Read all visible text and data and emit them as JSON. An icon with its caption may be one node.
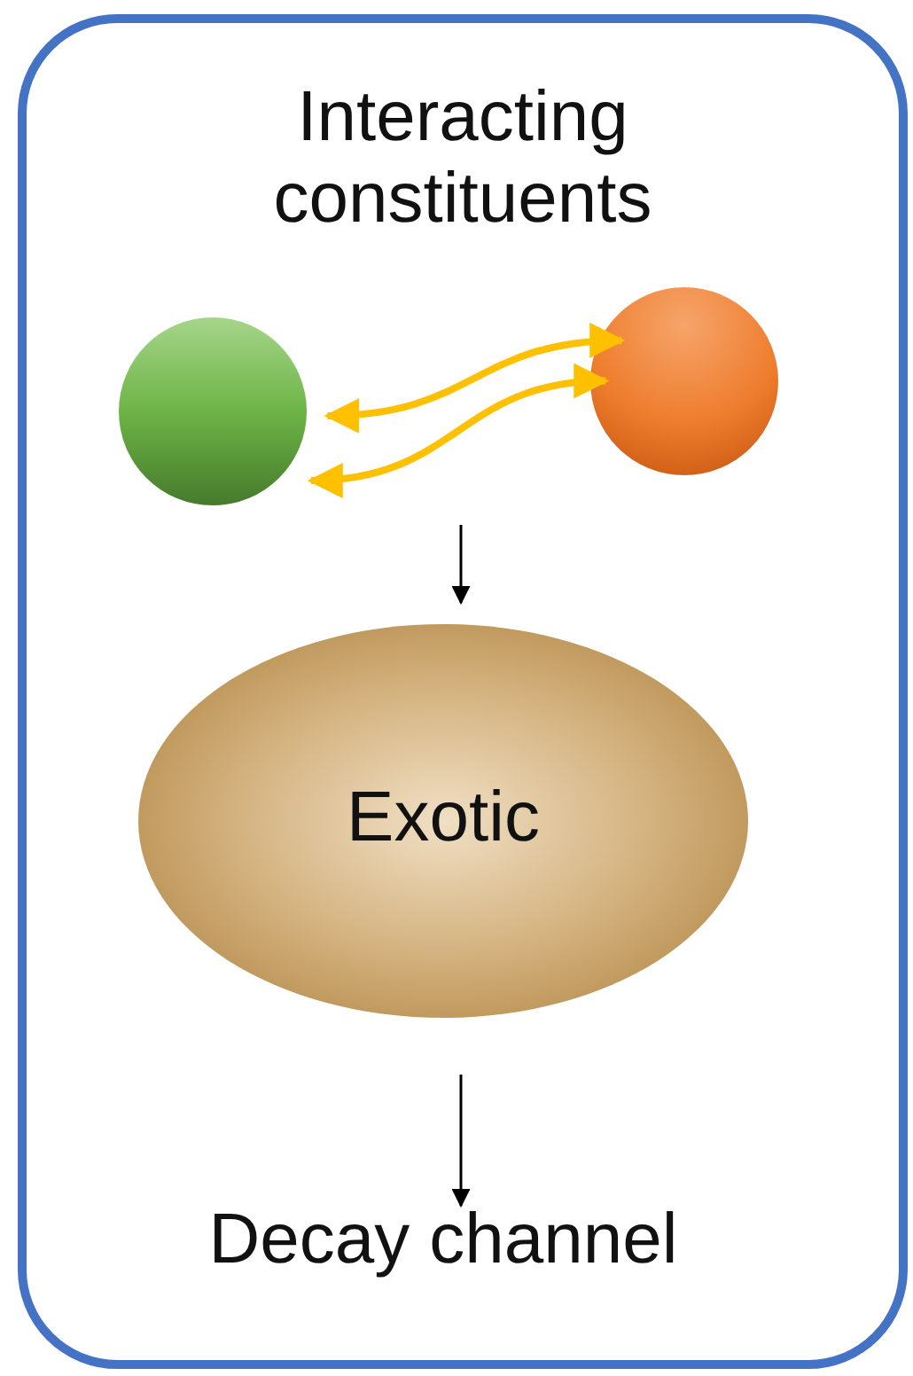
{
  "diagram": {
    "nodes": [
      {
        "text": [
          "Interacting constituents"
        ]
      },
      {
        "text": [],
        "shape": "circle",
        "in": 0
      },
      {
        "text": [],
        "shape": "circle",
        "in": 0
      },
      {
        "text": [
          "Exotic"
        ],
        "in": 0
      },
      {
        "text": [
          "Decay channel"
        ],
        "in": 0
      }
    ],
    "edges": [
      {
        "from": 1,
        "to": 2,
        "arrow": "both",
        "style": "thick",
        "color": "#ffc000"
      },
      {
        "from": 1,
        "to": 2,
        "arrow": "both",
        "style": "thick",
        "color": "#ffc000"
      },
      {
        "from": null,
        "to": 3,
        "arrow": "to",
        "color": "#000000"
      },
      {
        "from": 3,
        "to": 4,
        "arrow": "to",
        "color": "#000000"
      }
    ]
  }
}
